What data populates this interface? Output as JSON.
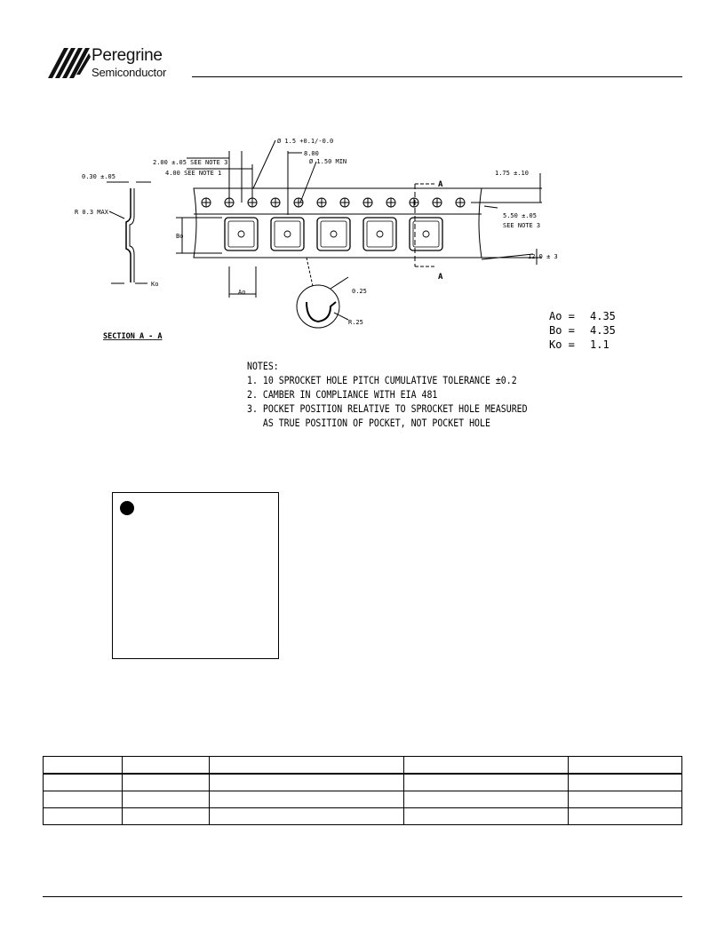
{
  "brand": {
    "name": "Peregrine",
    "subtitle": "Semiconductor",
    "logo": "peregrine-stripes-logo"
  },
  "drawing": {
    "dims": {
      "thickness": "0.30 ±.05",
      "radius_max": "R 0.3 MAX",
      "pitch_note3": "2.00 ±.05 SEE NOTE 3",
      "pitch_note1": "4.00 SEE NOTE 1",
      "hole_dia": "Ø 1.5 +0.1/-0.0",
      "pocket_pitch": "8.00",
      "hole_min": "Ø 1.50 MIN",
      "edge_offset": "1.75 ±.10",
      "row_offset": "5.50 ±.05",
      "row_offset_note": "SEE NOTE 3",
      "width": "12.0 ± 3",
      "bo": "Bo",
      "ao": "Ao",
      "ko": "Ko",
      "section_mark": "A",
      "detail_width": "0.25",
      "detail_radius": "R.25",
      "section_title": "SECTION A - A"
    },
    "values": [
      {
        "label": "Ao =",
        "value": "4.35"
      },
      {
        "label": "Bo =",
        "value": "4.35"
      },
      {
        "label": "Ko =",
        "value": "1.1"
      }
    ]
  },
  "notes": {
    "title": "NOTES:",
    "items": [
      "1. 10 SPROCKET HOLE PITCH CUMULATIVE TOLERANCE ±0.2",
      "2. CAMBER IN COMPLIANCE WITH EIA 481",
      "3. POCKET POSITION RELATIVE TO SPROCKET HOLE MEASURED",
      "   AS TRUE POSITION OF POCKET, NOT POCKET HOLE"
    ]
  },
  "table": {
    "rows": [
      [
        "",
        "",
        "",
        "",
        ""
      ],
      [
        "",
        "",
        "",
        "",
        ""
      ],
      [
        "",
        "",
        "",
        "",
        ""
      ],
      [
        "",
        "",
        "",
        "",
        ""
      ]
    ]
  }
}
